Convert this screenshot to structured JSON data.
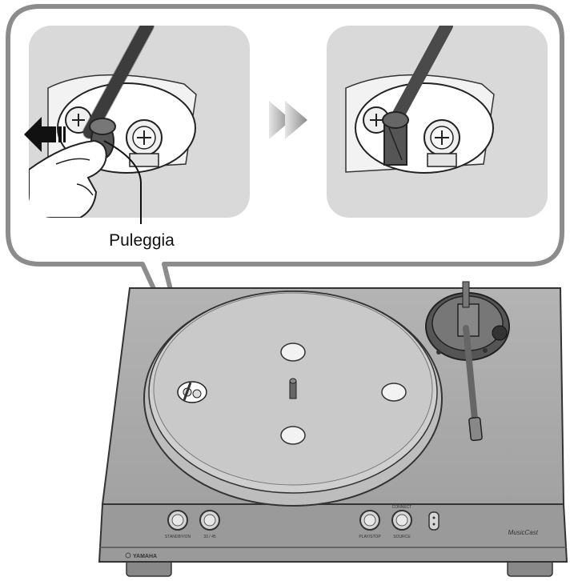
{
  "callout": {
    "pulley_label": "Puleggia"
  },
  "turntable": {
    "brand": "YAMAHA",
    "logo": "MusicCast",
    "buttons": {
      "standby_on": "STANDBY/ON",
      "speed": "33 / 45",
      "play_stop": "PLAY/STOP",
      "connect": "CONNECT",
      "source": "SOURCE"
    }
  },
  "colors": {
    "panel_bg": "#d9d9d9",
    "callout_border": "#8c8c8c",
    "body_gray": "#a9a9a9",
    "platter": "#c9c9c9",
    "belt": "#4a4a4a"
  }
}
